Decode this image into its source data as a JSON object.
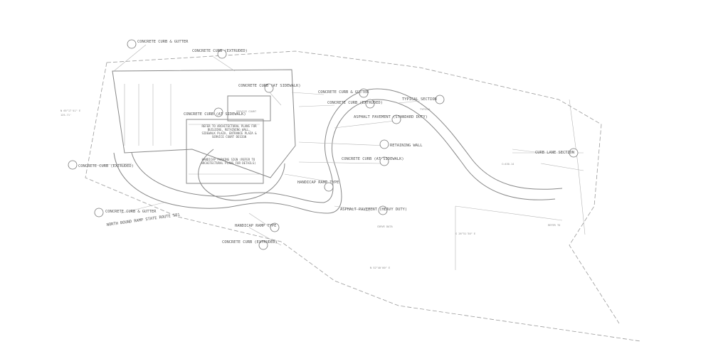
{
  "callouts": {
    "curb_gutter_top": "CONCRETE CURB & GUTTER",
    "curb_extruded_top": "CONCRETE CURB (EXTRUDED)",
    "curb_sidewalk_center": "CONCRETE CURB (AT SIDEWALK)",
    "curb_sidewalk_left": "CONCRETE CURB (AT SIDEWALK)",
    "curb_gutter_mid": "CONCRETE CURB & GUTTER",
    "curb_extruded_mid": "CONCRETE CURB (EXTRUDED)",
    "typical_section": "TYPICAL SECTION",
    "asphalt_standard": "ASPHALT PAVEMENT (STANDARD DUTY)",
    "retaining_wall": "RETAINING WALL",
    "curb_sidewalk_lower": "CONCRETE CURB (AT SIDEWALK)",
    "curb_extruded_left": "CONCRETE CURB (EXTRUDED)",
    "handicap_ramp_mid": "HANDICAP RAMP TYPE",
    "asphalt_heavy": "ASPHALT PAVEMENT (HEAVY DUTY)",
    "curb_gutter_bottom": "CONCRETE CURB & GUTTER",
    "handicap_ramp_bottom": "HANDICAP RAMP TYPE",
    "curb_extruded_bottom": "CONCRETE CURB (EXTRUDED)",
    "curb_lane_section": "CURB LANE SECTION",
    "refer_note": "REFER TO ARCHITECTURAL PLANS FOR BUILDING, RETAINING WALL, SIDEWALK PLAZA, ENTRANCE PLAZA & SERVICE COURT DESIGN",
    "handicap_parking_note": "HANDICAP PARKING SIGN (REFER TO ARCHITECTURAL PLANS FOR DETAILS)",
    "service_court": "SERVICE COURT",
    "road_label": "NORTH BOUND RAMP STATE ROUTE 581"
  }
}
